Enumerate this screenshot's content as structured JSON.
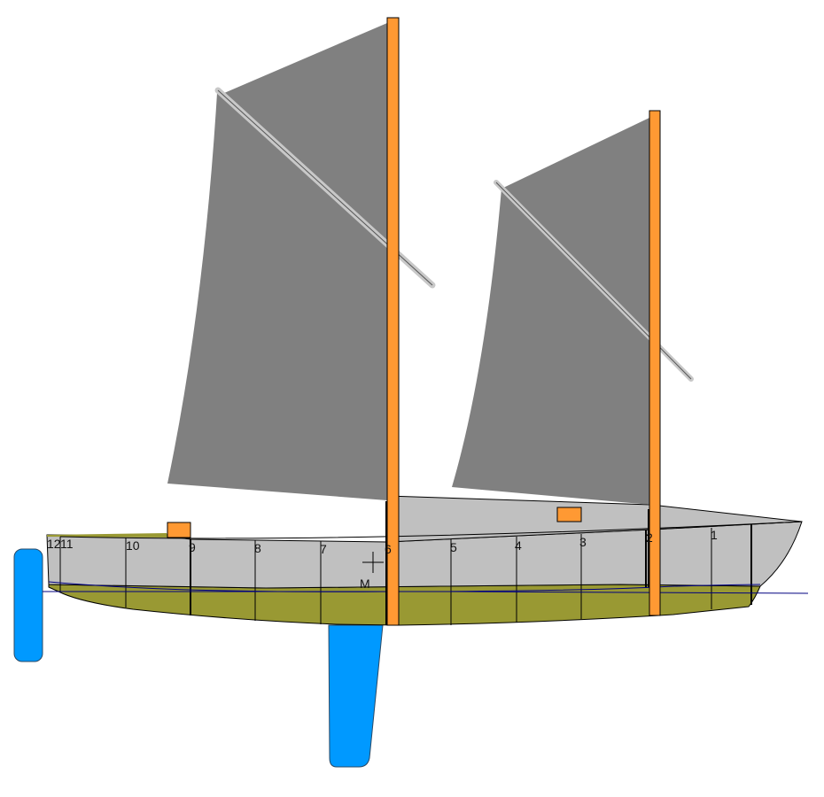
{
  "colors": {
    "sail": "#808080",
    "mast": "#ff9933",
    "hull_topside": "#c0c0c0",
    "hull_bottom": "#999933",
    "appendage": "#0099ff",
    "waterline": "#000080",
    "spar": "#c8c8c8",
    "line": "#000000"
  },
  "stations": [
    "1",
    "2",
    "3",
    "4",
    "5",
    "6",
    "7",
    "8",
    "9",
    "10",
    "11",
    "12"
  ],
  "marker_label": "M"
}
